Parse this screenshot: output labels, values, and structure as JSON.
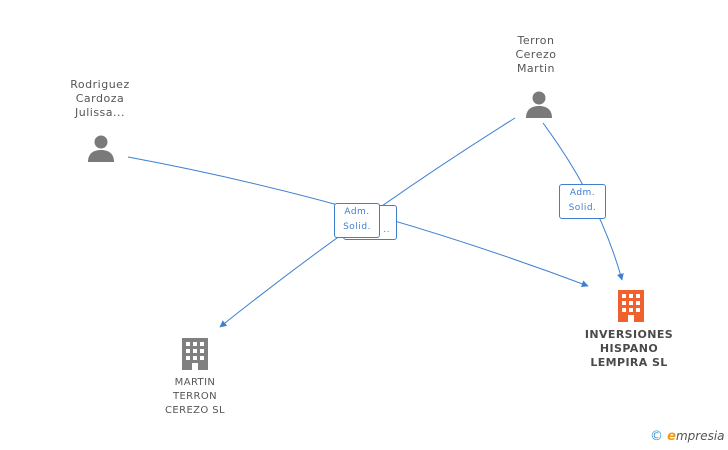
{
  "nodes": {
    "person_rodriguez": {
      "lines": [
        "Rodriguez",
        "Cardoza",
        "Julissa..."
      ]
    },
    "person_terron": {
      "lines": [
        "Terron",
        "Cerezo",
        "Martin"
      ]
    },
    "company_inversiones": {
      "lines": [
        "INVERSIONES",
        "HISPANO",
        "LEMPIRA  SL"
      ]
    },
    "company_martin": {
      "lines": [
        "MARTIN",
        "TERRON",
        "CEREZO SL"
      ]
    }
  },
  "relations": {
    "center": [
      "Adm.",
      "Solid."
    ],
    "right": [
      "Adm.",
      "Solid."
    ]
  },
  "watermark": {
    "copyright": "©",
    "brand_first": "e",
    "brand_rest": "mpresia"
  },
  "colors": {
    "edge": "#3f7fd0",
    "person_icon": "#7a7a7a",
    "company_icon": "#808080",
    "company_highlight": "#f0612d"
  }
}
